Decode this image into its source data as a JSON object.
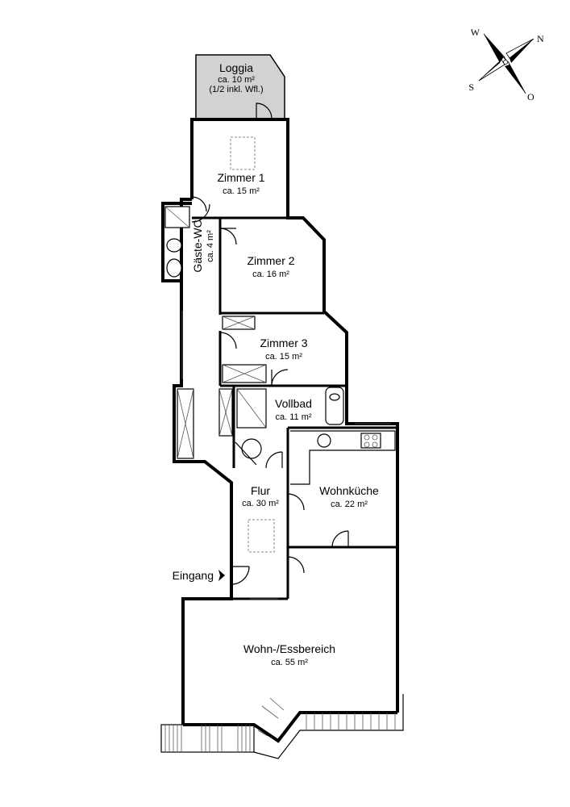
{
  "rooms": {
    "loggia": {
      "name": "Loggia",
      "area": "ca. 10 m²",
      "note": "(1/2 inkl. Wfl.)"
    },
    "zimmer1": {
      "name": "Zimmer 1",
      "area": "ca. 15 m²"
    },
    "zimmer2": {
      "name": "Zimmer 2",
      "area": "ca. 16 m²"
    },
    "zimmer3": {
      "name": "Zimmer 3",
      "area": "ca. 15 m²"
    },
    "gaeste_wc": {
      "name": "Gäste-WC",
      "area": "ca. 4 m²"
    },
    "vollbad": {
      "name": "Vollbad",
      "area": "ca. 11 m²"
    },
    "flur": {
      "name": "Flur",
      "area": "ca. 30 m²"
    },
    "wohnkueche": {
      "name": "Wohnküche",
      "area": "ca. 22 m²"
    },
    "wohn_ess": {
      "name": "Wohn-/Essbereich",
      "area": "ca. 55 m²"
    }
  },
  "entrance": {
    "label": "Eingang"
  },
  "compass": {
    "w": "W",
    "n": "N",
    "s": "S",
    "o": "O"
  },
  "colors": {
    "loggia_fill": "#d2d2d2",
    "wall": "#000000",
    "background": "#ffffff"
  }
}
